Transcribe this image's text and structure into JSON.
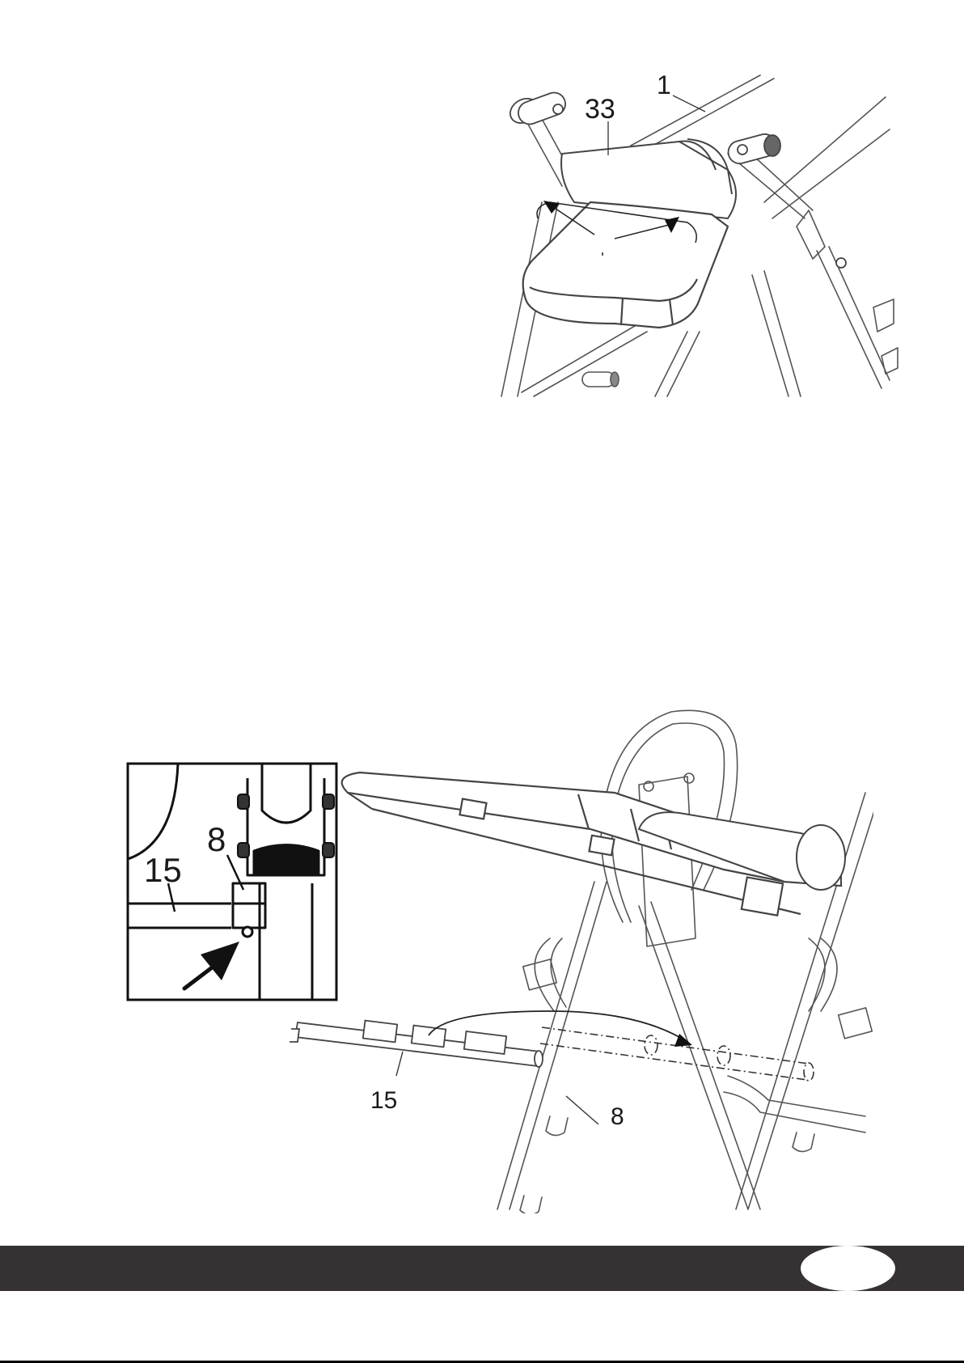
{
  "figure_top": {
    "callouts": {
      "seat_label": "1",
      "roller_label": "33"
    }
  },
  "figure_bottom": {
    "callouts": {
      "bar_label": "15",
      "frame_label": "8"
    }
  },
  "detail_inset": {
    "callouts": {
      "bar_label": "15",
      "frame_label": "8"
    }
  },
  "footer": {
    "page_number": ""
  }
}
